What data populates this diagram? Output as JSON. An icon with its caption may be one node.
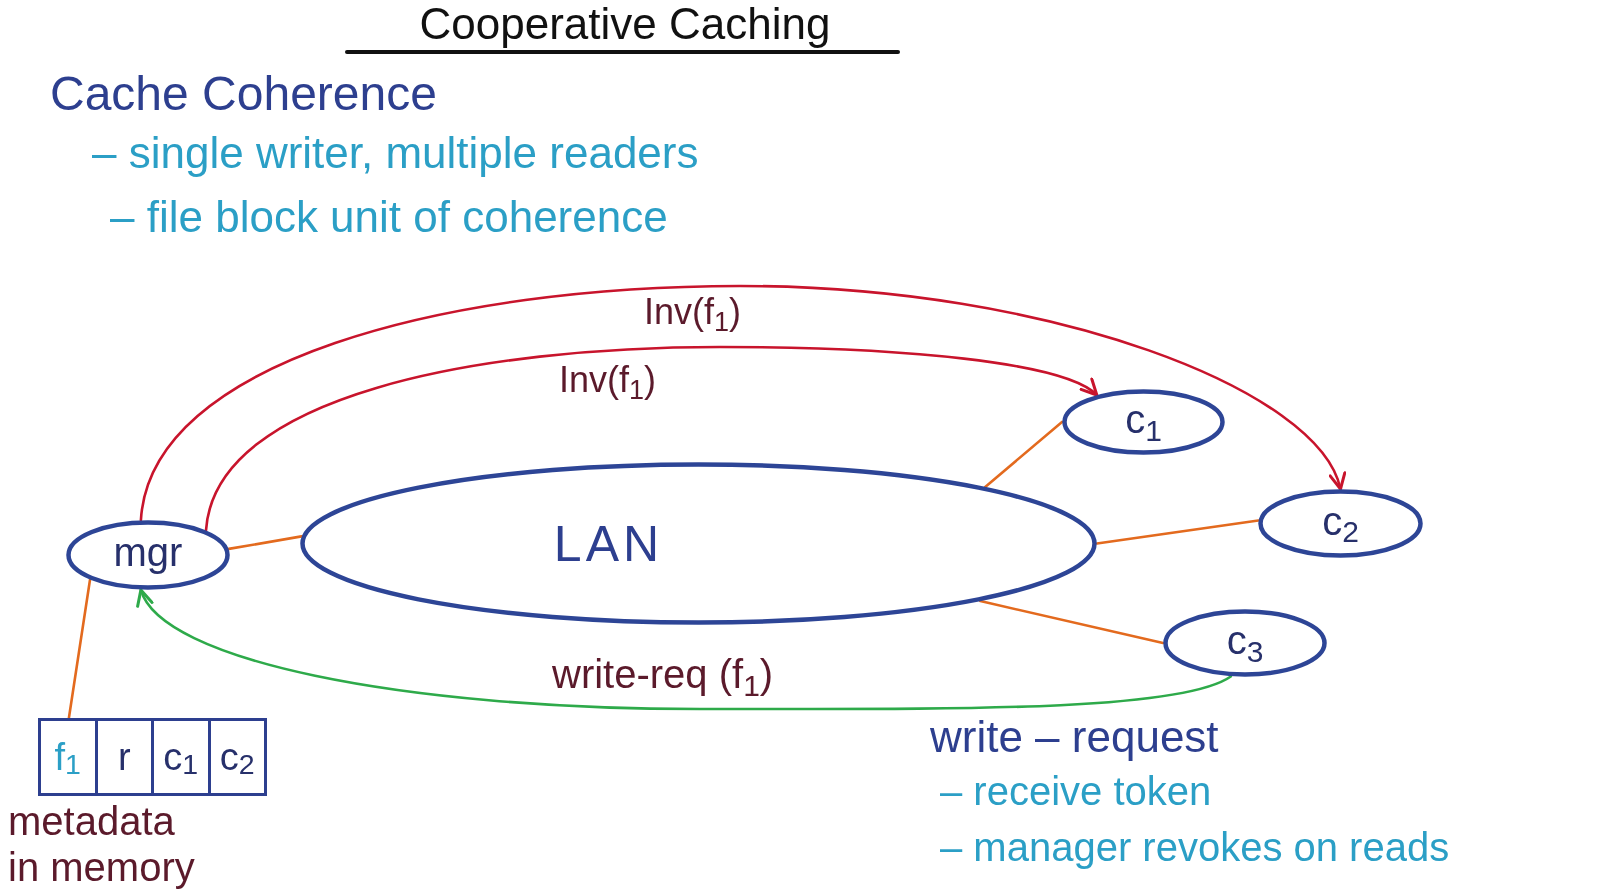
{
  "diagram": {
    "title": "Cooperative Caching",
    "nodes": [
      {
        "text": [
          "mgr"
        ]
      },
      {
        "text": [
          "LAN"
        ]
      },
      {
        "text": [
          "c$_{1}$"
        ]
      },
      {
        "text": [
          "c$_{2}$"
        ]
      },
      {
        "text": [
          "c$_{3}$"
        ]
      },
      {
        "text": [
          "f$_{1}$",
          "r",
          "c$_{1}$",
          "c$_{2}$"
        ],
        "beside": [
          "metadata in memory"
        ]
      }
    ],
    "edges": [
      {
        "from": 0,
        "to": 1,
        "arrow": "none"
      },
      {
        "from": 1,
        "to": 2,
        "arrow": "none"
      },
      {
        "from": 1,
        "to": 3,
        "arrow": "none"
      },
      {
        "from": 1,
        "to": 4,
        "arrow": "none"
      },
      {
        "from": 0,
        "to": 2,
        "arrow": "to",
        "label": "Inv(f$_{1}$)",
        "color": "#c8142c"
      },
      {
        "from": 0,
        "to": 3,
        "arrow": "to",
        "label": "Inv(f$_{1}$)",
        "color": "#c8142c"
      },
      {
        "from": 4,
        "to": 0,
        "arrow": "to",
        "label": "write-req (f$_{1}$)",
        "color": "#2eaa4a"
      },
      {
        "from": 0,
        "to": 5,
        "arrow": "none"
      }
    ],
    "labels": [
      "Cache Coherence",
      "– single writer, multiple readers",
      "– file block unit of coherence",
      "write – request",
      "– receive token",
      "– manager revokes on reads"
    ]
  }
}
